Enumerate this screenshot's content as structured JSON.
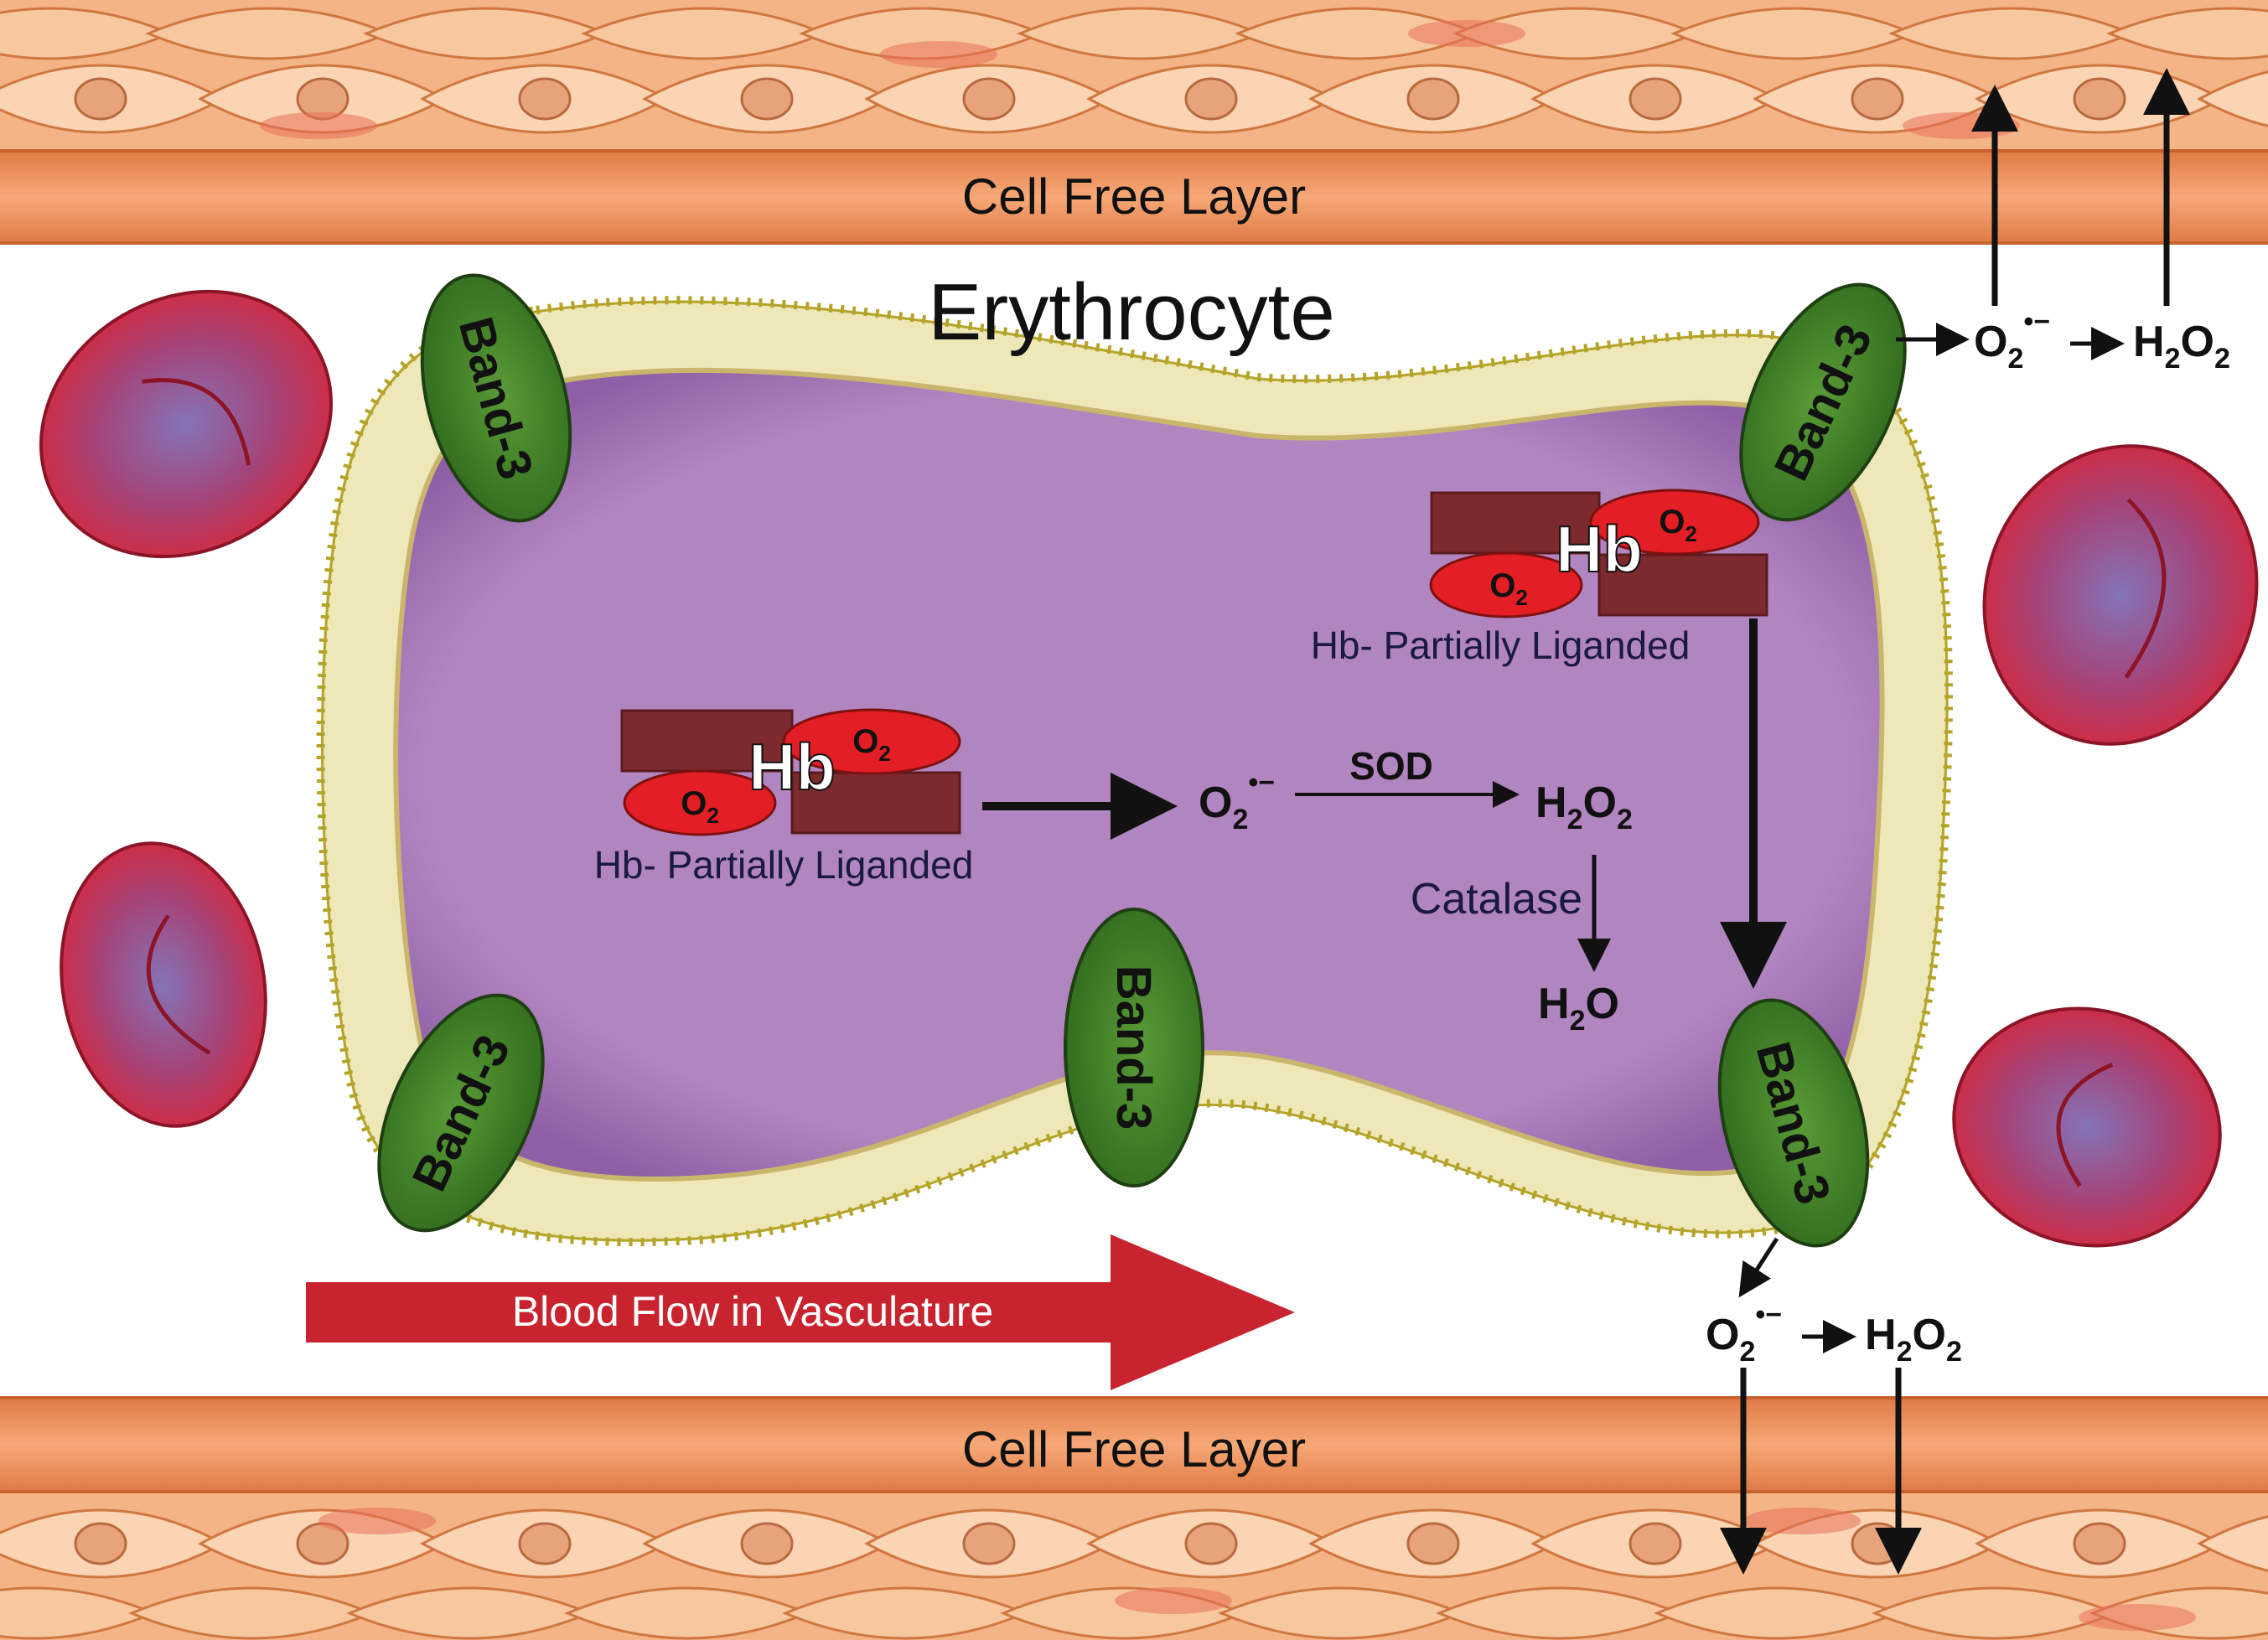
{
  "labels": {
    "cell_free_layer_top": "Cell Free Layer",
    "cell_free_layer_bottom": "Cell Free Layer",
    "erythrocyte": "Erythrocyte",
    "band3": "Band-3",
    "hb": "Hb",
    "o2": "O",
    "o2_sub": "2",
    "hb_partially_liganded": "Hb- Partially Liganded",
    "sod": "SOD",
    "catalase": "Catalase",
    "superoxide": "O",
    "superoxide_sub": "2",
    "superoxide_sup": "•−",
    "h2o2_h": "H",
    "h2o2_sub": "2",
    "h2o2_o": "O",
    "h2o2_sub2": "2",
    "h2o_h": "H",
    "h2o_sub": "2",
    "h2o_o": "O",
    "blood_flow": "Blood Flow in Vasculature"
  },
  "colors": {
    "vessel_band": "#ec8b4f",
    "vessel_tissue": "#f6b98a",
    "cell_nucleus": "#e8a07a",
    "membrane_head": "#b5a42a",
    "cytoplasm": "#b185c0",
    "band3": "#3f7b25",
    "hb_block": "#7d2a2e",
    "o2_ellipse": "#e31e24",
    "rbc_rim": "#c42c3f",
    "rbc_center": "#8d74b4",
    "flow_arrow": "#c8232e"
  }
}
